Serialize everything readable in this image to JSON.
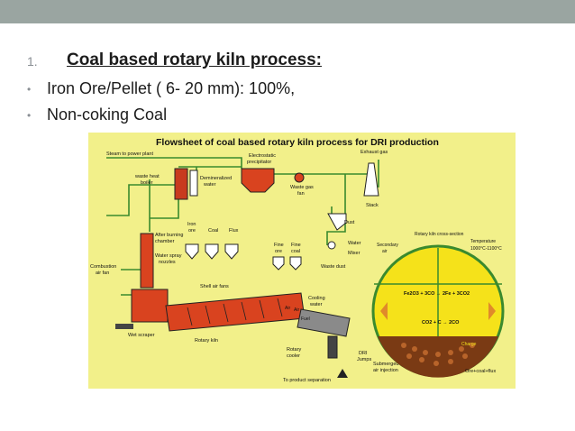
{
  "slide": {
    "heading_number": "1.",
    "heading": "Coal based rotary kiln process:",
    "bullets": [
      "Iron Ore/Pellet ( 6- 20 mm): 100%,",
      "Non-coking Coal"
    ]
  },
  "figure": {
    "title": "Flowsheet of coal based rotary kiln process for DRI production",
    "labels": {
      "steam": "Steam to power plant",
      "esp1": "Electrostatic",
      "esp2": "precipitator",
      "exhaust": "Exhaust gas",
      "whb1": "waste heat",
      "whb2": "boiler",
      "demin1": "Demineralized",
      "demin2": "water",
      "wgfan1": "Waste gas",
      "wgfan2": "fan",
      "stack": "Stack",
      "dust": "Dust",
      "iron_ore1": "Iron",
      "iron_ore2": "ore",
      "coal": "Coal",
      "flux": "Flux",
      "abc1": "After burning",
      "abc2": "chamber",
      "spray1": "Water spray",
      "spray2": "nozzles",
      "comb1": "Combustion",
      "comb2": "air fan",
      "fine_ore1": "Fine",
      "fine_ore2": "ore",
      "fine_coal1": "Fine",
      "fine_coal2": "coal",
      "water": "Water",
      "mixer": "Mixer",
      "waste_dust": "Waste dust",
      "shell_fans": "Shell air fans",
      "cooling1": "Cooling",
      "cooling2": "water",
      "air1": "Air",
      "air2": "Air",
      "fuel": "Fuel",
      "wet_scraper": "Wet scraper",
      "rotary_kiln": "Rotary kiln",
      "rot_cooler1": "Rotary",
      "rot_cooler2": "cooler",
      "dri1": "DRI",
      "dri2": "Jumps",
      "submerged1": "Submerged",
      "submerged2": "air injection",
      "to_product": "To product separation",
      "cross_section": "Rotary kiln cross-section",
      "temp1": "Temperature",
      "temp2": "1000°C-1100°C",
      "secondary1": "Secondary",
      "secondary2": "air",
      "reaction1": "Fe2O3 + 3CO → 2Fe + 3CO2",
      "reaction2": "CO2 + C → 2CO",
      "charge": "Charge",
      "ore_coal_flux": "Ore+coal+flux"
    }
  },
  "colors": {
    "topbar": "#9aa5a1",
    "figure_bg": "#f2f08a",
    "pipe": "#3a8a2e",
    "kiln": "#d9431f",
    "circle": "#f5e21a",
    "arrow": "#e08a2a"
  }
}
